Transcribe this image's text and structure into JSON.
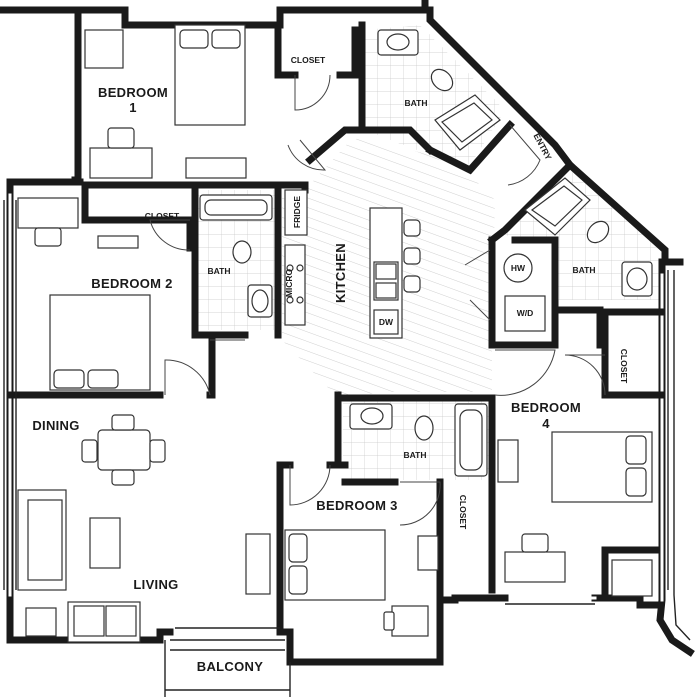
{
  "labels": {
    "bedroom1_a": "BEDROOM",
    "bedroom1_b": "1",
    "bedroom2": "BEDROOM 2",
    "bedroom3": "BEDROOM 3",
    "bedroom4_a": "BEDROOM",
    "bedroom4_b": "4",
    "closet1": "CLOSET",
    "closet2": "CLOSET",
    "closet3": "CLOSET",
    "closet4": "CLOSET",
    "bath1": "BATH",
    "bath2": "BATH",
    "bath3": "BATH",
    "bath4": "BATH",
    "kitchen": "KITCHEN",
    "entry": "ENTRY",
    "fridge": "FRIDGE",
    "micro": "MICRO",
    "dw": "DW",
    "hw": "HW",
    "wd": "W/D",
    "dining": "DINING",
    "living": "LIVING",
    "balcony": "BALCONY"
  }
}
